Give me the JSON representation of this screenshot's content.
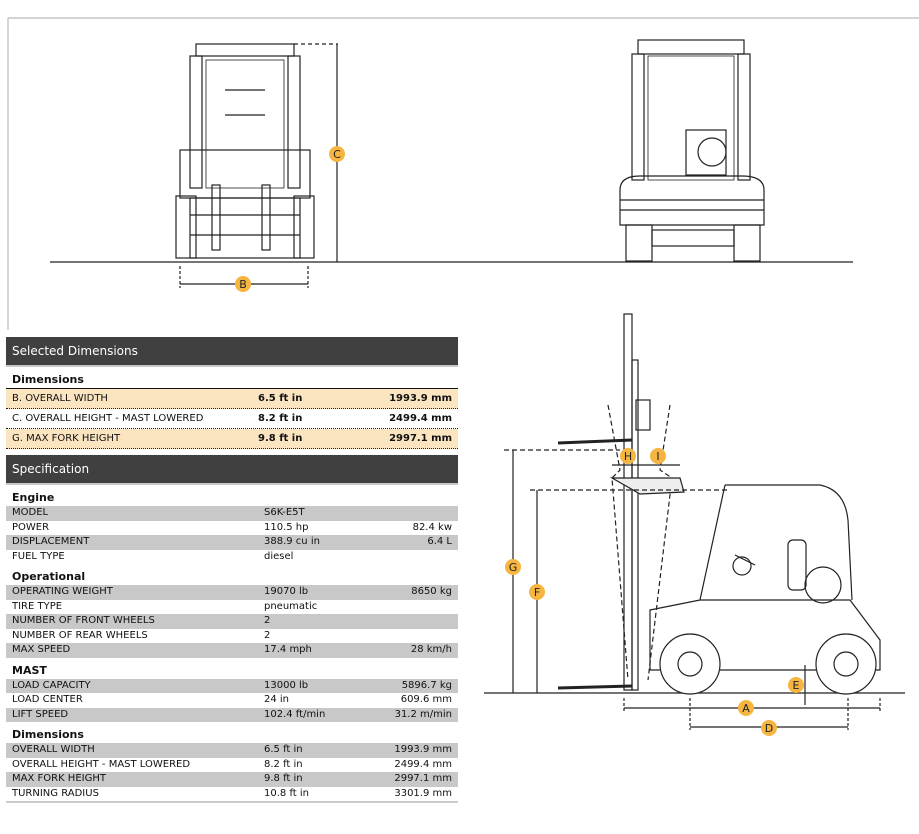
{
  "drawing": {
    "labels": {
      "a": "A",
      "b": "B",
      "c": "C",
      "d": "D",
      "e": "E",
      "f": "F",
      "g": "G",
      "h": "H",
      "i": "I"
    },
    "accent": "#f5b540"
  },
  "selected": {
    "title": "Selected Dimensions",
    "section": "Dimensions",
    "rows": [
      {
        "label": "B. OVERALL WIDTH",
        "imperial": "6.5 ft in",
        "metric": "1993.9 mm"
      },
      {
        "label": "C. OVERALL HEIGHT - MAST LOWERED",
        "imperial": "8.2 ft in",
        "metric": "2499.4 mm"
      },
      {
        "label": "G. MAX FORK HEIGHT",
        "imperial": "9.8 ft in",
        "metric": "2997.1 mm"
      }
    ]
  },
  "spec": {
    "title": "Specification",
    "sections": [
      {
        "name": "Engine",
        "rows": [
          {
            "label": "MODEL",
            "imperial": "S6K-E5T",
            "metric": ""
          },
          {
            "label": "POWER",
            "imperial": "110.5 hp",
            "metric": "82.4 kw"
          },
          {
            "label": "DISPLACEMENT",
            "imperial": "388.9 cu in",
            "metric": "6.4 L"
          },
          {
            "label": "FUEL TYPE",
            "imperial": "diesel",
            "metric": ""
          }
        ]
      },
      {
        "name": "Operational",
        "rows": [
          {
            "label": "OPERATING WEIGHT",
            "imperial": "19070 lb",
            "metric": "8650 kg"
          },
          {
            "label": "TIRE TYPE",
            "imperial": "pneumatic",
            "metric": ""
          },
          {
            "label": "NUMBER OF FRONT WHEELS",
            "imperial": "2",
            "metric": ""
          },
          {
            "label": "NUMBER OF REAR WHEELS",
            "imperial": "2",
            "metric": ""
          },
          {
            "label": "MAX SPEED",
            "imperial": "17.4 mph",
            "metric": "28 km/h"
          }
        ]
      },
      {
        "name": "MAST",
        "rows": [
          {
            "label": "LOAD CAPACITY",
            "imperial": "13000 lb",
            "metric": "5896.7 kg"
          },
          {
            "label": "LOAD CENTER",
            "imperial": "24 in",
            "metric": "609.6 mm"
          },
          {
            "label": "LIFT SPEED",
            "imperial": "102.4 ft/min",
            "metric": "31.2 m/min"
          }
        ]
      },
      {
        "name": "Dimensions",
        "rows": [
          {
            "label": "OVERALL WIDTH",
            "imperial": "6.5 ft in",
            "metric": "1993.9 mm"
          },
          {
            "label": "OVERALL HEIGHT - MAST LOWERED",
            "imperial": "8.2 ft in",
            "metric": "2499.4 mm"
          },
          {
            "label": "MAX FORK HEIGHT",
            "imperial": "9.8 ft in",
            "metric": "2997.1 mm"
          },
          {
            "label": "TURNING RADIUS",
            "imperial": "10.8 ft in",
            "metric": "3301.9 mm"
          }
        ]
      }
    ]
  }
}
